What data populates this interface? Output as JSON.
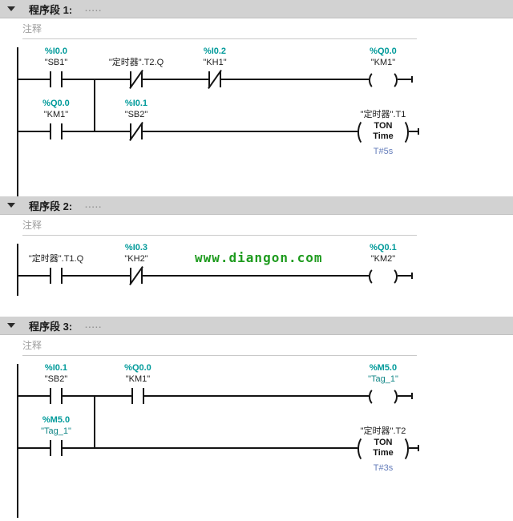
{
  "watermark": "www.diangon.com",
  "colors": {
    "operand": "#009a9a",
    "constant": "#647cba",
    "watermark": "#1e9b1e",
    "wire": "#141414",
    "header_bg": "#d2d2d2"
  },
  "segments": [
    {
      "title": "程序段 1:",
      "dots": ".....",
      "comment": "注释",
      "sb1": {
        "addr": "%I0.0",
        "name": "\"SB1\""
      },
      "t2q": {
        "name": "\"定时器\".T2.Q"
      },
      "kh1": {
        "addr": "%I0.2",
        "name": "\"KH1\""
      },
      "km1_out": {
        "addr": "%Q0.0",
        "name": "\"KM1\""
      },
      "km1_in": {
        "addr": "%Q0.0",
        "name": "\"KM1\""
      },
      "sb2": {
        "addr": "%I0.1",
        "name": "\"SB2\""
      },
      "timer": {
        "label": "\"定时器\".T1",
        "op": "TON",
        "unit": "Time",
        "preset": "T#5s"
      }
    },
    {
      "title": "程序段 2:",
      "dots": ".....",
      "comment": "注释",
      "t1q": {
        "name": "\"定时器\".T1.Q"
      },
      "kh2": {
        "addr": "%I0.3",
        "name": "\"KH2\""
      },
      "km2_out": {
        "addr": "%Q0.1",
        "name": "\"KM2\""
      }
    },
    {
      "title": "程序段 3:",
      "dots": ".....",
      "comment": "注释",
      "sb2_in": {
        "addr": "%I0.1",
        "name": "\"SB2\""
      },
      "km1_in": {
        "addr": "%Q0.0",
        "name": "\"KM1\""
      },
      "tag1_out": {
        "addr": "%M5.0",
        "name": "\"Tag_1\""
      },
      "tag1_in": {
        "addr": "%M5.0",
        "name": "\"Tag_1\""
      },
      "timer": {
        "label": "\"定时器\".T2",
        "op": "TON",
        "unit": "Time",
        "preset": "T#3s"
      }
    }
  ]
}
